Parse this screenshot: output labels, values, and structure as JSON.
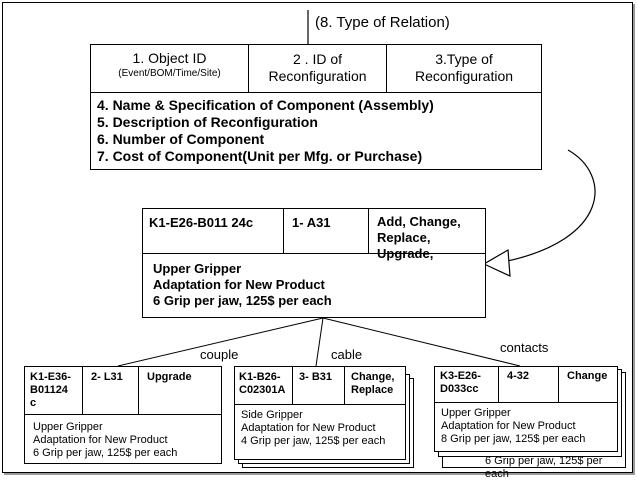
{
  "relation_type": "(8. Type of Relation)",
  "top": {
    "col1_title": "1. Object   ID",
    "col1_sub": "(Event/BOM/Time/Site)",
    "col2_line1": "2 . ID of",
    "col2_line2": "Reconfiguration",
    "col3_line1": "3.Type of",
    "col3_line2": "Reconfiguration",
    "spec": [
      "4. Name & Specification of Component (Assembly)",
      "5. Description  of Reconfiguration",
      "6. Number of Component",
      "7. Cost of Component(Unit per Mfg. or Purchase)"
    ]
  },
  "middle": {
    "id": "K1-E26-B011 24c",
    "reconf_id": "1- A31",
    "type_line1": "Add, Change,",
    "type_line2": "Replace, Upgrade,",
    "desc": [
      "Upper Gripper",
      "Adaptation for New Product",
      "6 Grip per jaw,   125$ per each"
    ]
  },
  "relations": [
    "couple",
    "cable",
    "contacts"
  ],
  "bottom": [
    {
      "id_line1": "K1-E36-",
      "id_line2": "B01124",
      "id_line3": "c",
      "reconf_id": "2- L31",
      "type_line1": "Upgrade",
      "type_line2": "",
      "desc": [
        "Upper Gripper",
        "Adaptation for New Product",
        "6 Grip per jaw,   125$ per each"
      ]
    },
    {
      "id_line1": "K1-B26-",
      "id_line2": "C02301A",
      "id_line3": "",
      "reconf_id": "3- B31",
      "type_line1": "Change,",
      "type_line2": "Replace",
      "desc": [
        "Side Gripper",
        "Adaptation for New Product",
        "4 Grip per jaw,  125$ per each"
      ]
    },
    {
      "id_line1": "K3-E26-",
      "id_line2": "D033cc",
      "id_line3": "",
      "reconf_id": "4-32",
      "type_line1": "Change",
      "type_line2": "",
      "desc": [
        "Upper Gripper",
        "Adaptation for New Product",
        "8 Grip per jaw,  125$ per each"
      ]
    }
  ],
  "stack_tail_text": "6 Grip per jaw,  125$ per each"
}
